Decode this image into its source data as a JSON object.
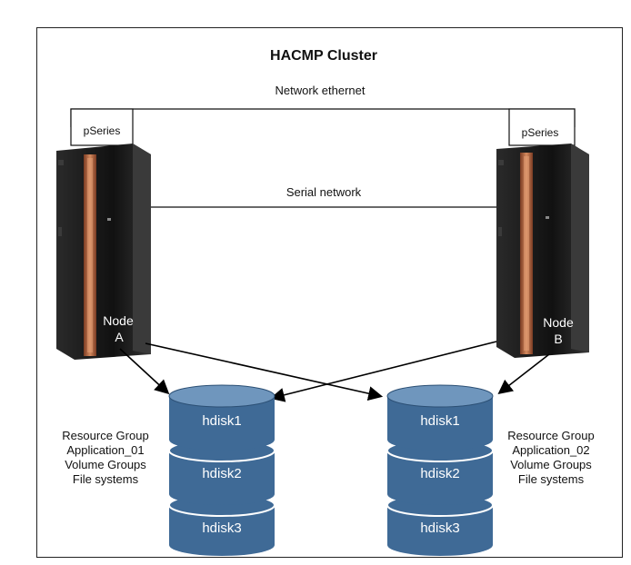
{
  "title": "HACMP Cluster",
  "networks": {
    "ethernet": "Network ethernet",
    "serial": "Serial network"
  },
  "nodes": [
    {
      "header": "pSeries",
      "name_line1": "Node",
      "name_line2": "A"
    },
    {
      "header": "pSeries",
      "name_line1": "Node",
      "name_line2": "B"
    }
  ],
  "disk_stacks": [
    {
      "disks": [
        "hdisk1",
        "hdisk2",
        "hdisk3"
      ]
    },
    {
      "disks": [
        "hdisk1",
        "hdisk2",
        "hdisk3"
      ]
    }
  ],
  "resource_groups": [
    {
      "lines": [
        "Resource Group",
        "Application_01",
        "Volume Groups",
        "File systems"
      ]
    },
    {
      "lines": [
        "Resource Group",
        "Application_02",
        "Volume Groups",
        "File systems"
      ]
    }
  ],
  "colors": {
    "disk_fill": "#3f6a96",
    "disk_top": "#6f96bd",
    "server_body": "#1a1a1a",
    "server_stripe": "#b8734a"
  }
}
